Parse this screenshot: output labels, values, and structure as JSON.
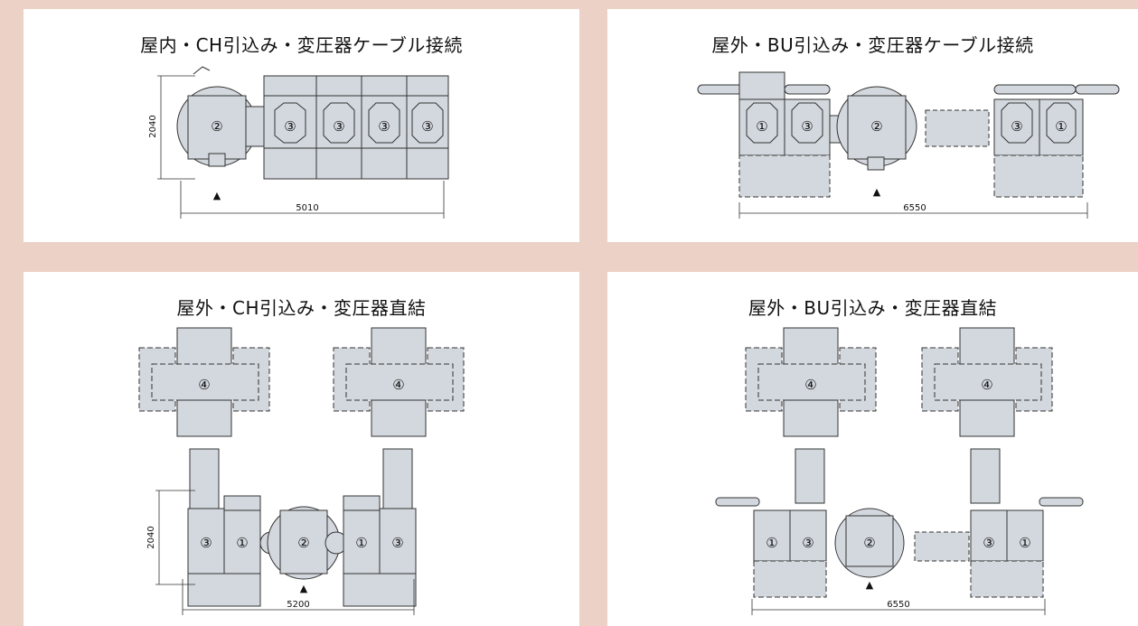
{
  "colors": {
    "background": "#ecd1c6",
    "panel": "#ffffff",
    "equipment_fill": "#d3d8de",
    "equipment_stroke": "#333333"
  },
  "panels": [
    {
      "title": "屋内・CH引込み・変圧器ケーブル接続",
      "width_dim": "5010",
      "height_dim": "2040"
    },
    {
      "title": "屋外・BU引込み・変圧器ケーブル接続",
      "width_dim": "6550"
    },
    {
      "title": "屋外・CH引込み・変圧器直結",
      "width_dim": "5200",
      "height_dim": "2040"
    },
    {
      "title": "屋外・BU引込み・変圧器直結",
      "width_dim": "6550"
    }
  ],
  "labels": {
    "one": "①",
    "two": "②",
    "three": "③",
    "four": "④",
    "arrow": "▲"
  }
}
